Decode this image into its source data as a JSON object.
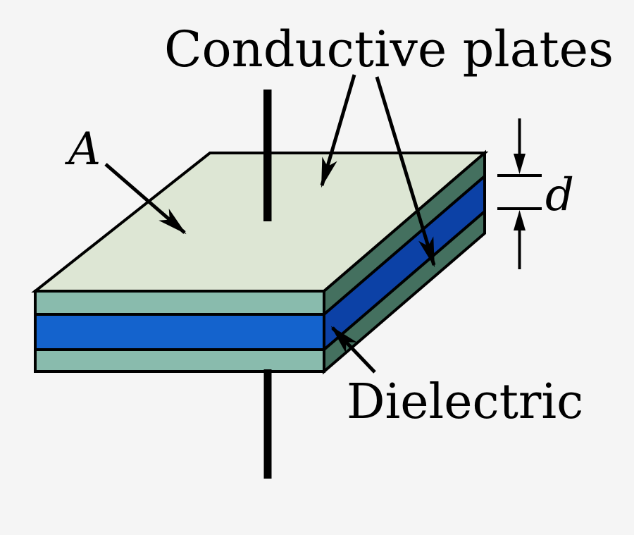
{
  "diagram": {
    "title": "Conductive plates",
    "labels": {
      "area": "A",
      "distance": "d",
      "dielectric": "Dielectric"
    },
    "colors": {
      "background": "#f5f5f5",
      "line": "#000000",
      "top_face": "#dde6d4",
      "plate_front": "#89bbad",
      "plate_side": "#44705f",
      "dielectric_front": "#1463cd",
      "dielectric_side": "#0c41a6"
    }
  }
}
